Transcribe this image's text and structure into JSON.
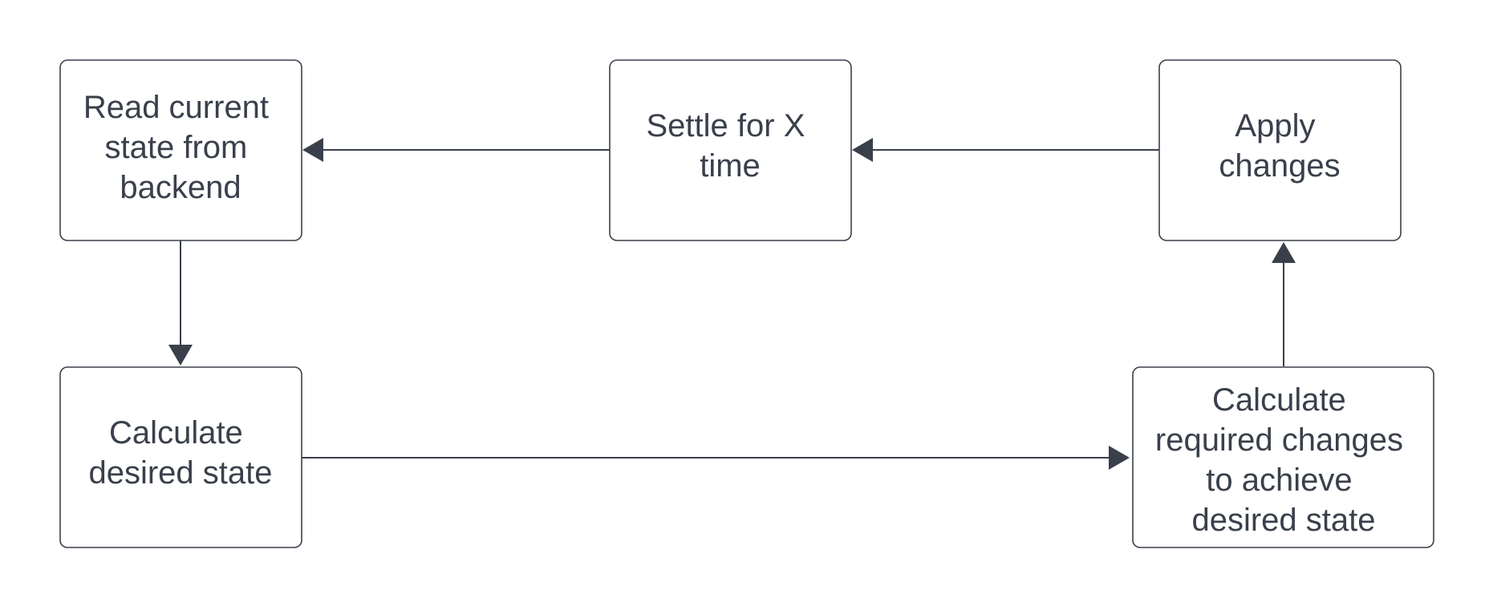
{
  "colors": {
    "stroke": "#3a404b",
    "text": "#3a404b",
    "node_fill": "#ffffff",
    "background": "#ffffff"
  },
  "nodes": {
    "read_state": {
      "lines": [
        "Read current",
        "state from",
        "backend"
      ]
    },
    "settle": {
      "lines": [
        "Settle for X",
        "time"
      ]
    },
    "apply": {
      "lines": [
        "Apply",
        "changes"
      ]
    },
    "calc_desired": {
      "lines": [
        "Calculate",
        "desired state"
      ]
    },
    "calc_changes": {
      "lines": [
        "Calculate",
        "required changes",
        "to achieve",
        "desired state"
      ]
    }
  },
  "edges": [
    {
      "from": "read_state",
      "to": "calc_desired"
    },
    {
      "from": "calc_desired",
      "to": "calc_changes"
    },
    {
      "from": "calc_changes",
      "to": "apply"
    },
    {
      "from": "apply",
      "to": "settle"
    },
    {
      "from": "settle",
      "to": "read_state"
    }
  ]
}
